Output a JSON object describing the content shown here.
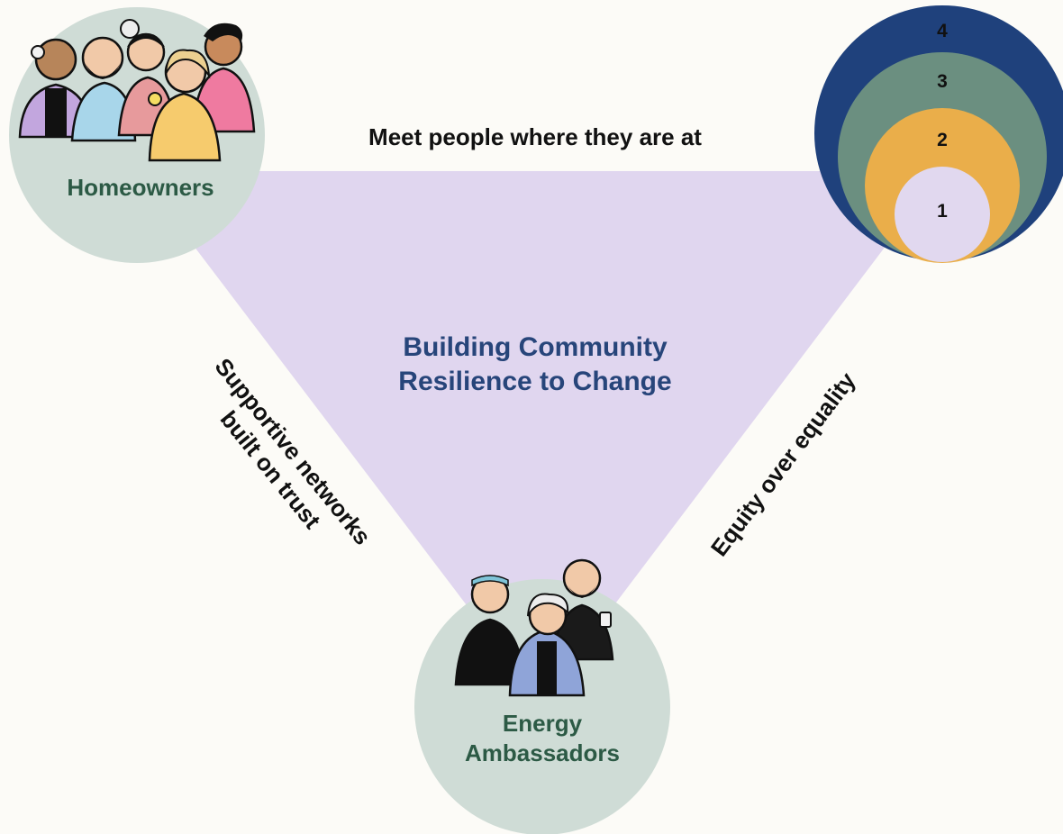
{
  "center": {
    "line1": "Building Community",
    "line2": "Resilience to Change"
  },
  "edges": {
    "top": "Meet people where they are at",
    "left_line1": "Supportive networks",
    "left_line2": "built on trust",
    "right": "Equity over equality"
  },
  "nodes": {
    "homeowners": "Homeowners",
    "ambassadors_line1": "Energy",
    "ambassadors_line2": "Ambassadors"
  },
  "rings": [
    "1",
    "2",
    "3",
    "4"
  ],
  "colors": {
    "background": "#fcfbf7",
    "triangle": "#e0d6ef",
    "node_circle": "#cfdcd6",
    "node_text": "#2c5a45",
    "center_text": "#27457a",
    "ring1": "#e1d8ef",
    "ring2": "#eaae4a",
    "ring3": "#6b8f80",
    "ring4": "#1f417c"
  },
  "icons": {
    "homeowners_group": "group-of-people-illustration",
    "ambassadors_group": "group-of-people-illustration"
  }
}
